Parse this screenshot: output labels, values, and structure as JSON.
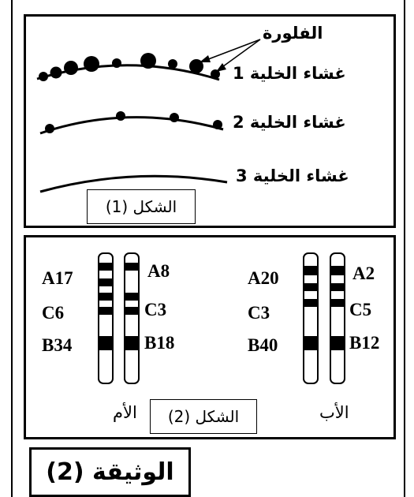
{
  "figure1": {
    "fluorescence_label": "الفلورة",
    "membranes": [
      "غشاء الخلية 1",
      "غشاء الخلية 2",
      "غشاء الخلية 3"
    ],
    "caption": "الشكل (1)"
  },
  "figure2": {
    "mother": {
      "label": "الأم",
      "left_labels": [
        "A17",
        "C6",
        "B34"
      ],
      "right_labels": [
        "A8",
        "C3",
        "B18"
      ]
    },
    "father": {
      "label": "الأب",
      "left_labels": [
        "A20",
        "C3",
        "B40"
      ],
      "right_labels": [
        "A2",
        "C5",
        "B12"
      ]
    },
    "caption": "الشكل (2)"
  },
  "document_label": "الوثيقة (2)"
}
